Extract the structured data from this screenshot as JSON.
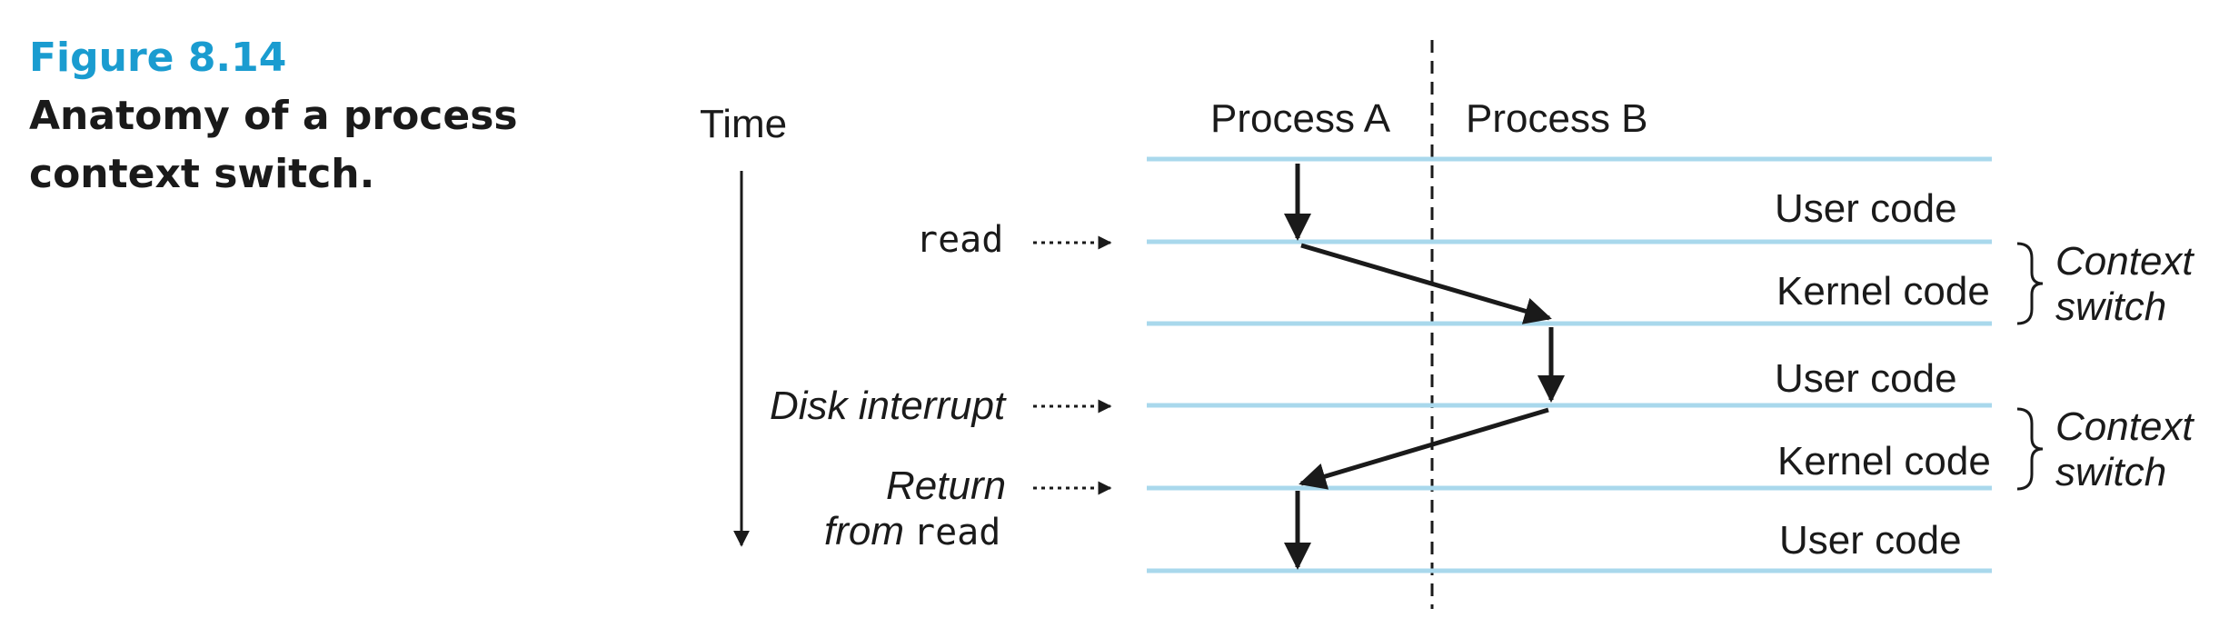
{
  "caption": {
    "figure_number": "Figure 8.14",
    "title_line1": "Anatomy of a process",
    "title_line2": "context switch."
  },
  "axis": {
    "time_label": "Time"
  },
  "columns": {
    "process_a": "Process A",
    "process_b": "Process B"
  },
  "events": {
    "read": "read",
    "disk_interrupt": "Disk interrupt",
    "return_line1": "Return",
    "return_from": "from",
    "return_read": "read"
  },
  "segments": {
    "user_code_1": "User code",
    "kernel_code_1": "Kernel code",
    "user_code_2": "User code",
    "kernel_code_2": "Kernel code",
    "user_code_3": "User code"
  },
  "braces": {
    "context_1_line1": "Context",
    "context_1_line2": "switch",
    "context_2_line1": "Context",
    "context_2_line2": "switch"
  },
  "colors": {
    "accent": "#1a9cd0",
    "rule": "#a9d8ec",
    "ink": "#1a1a1a"
  }
}
